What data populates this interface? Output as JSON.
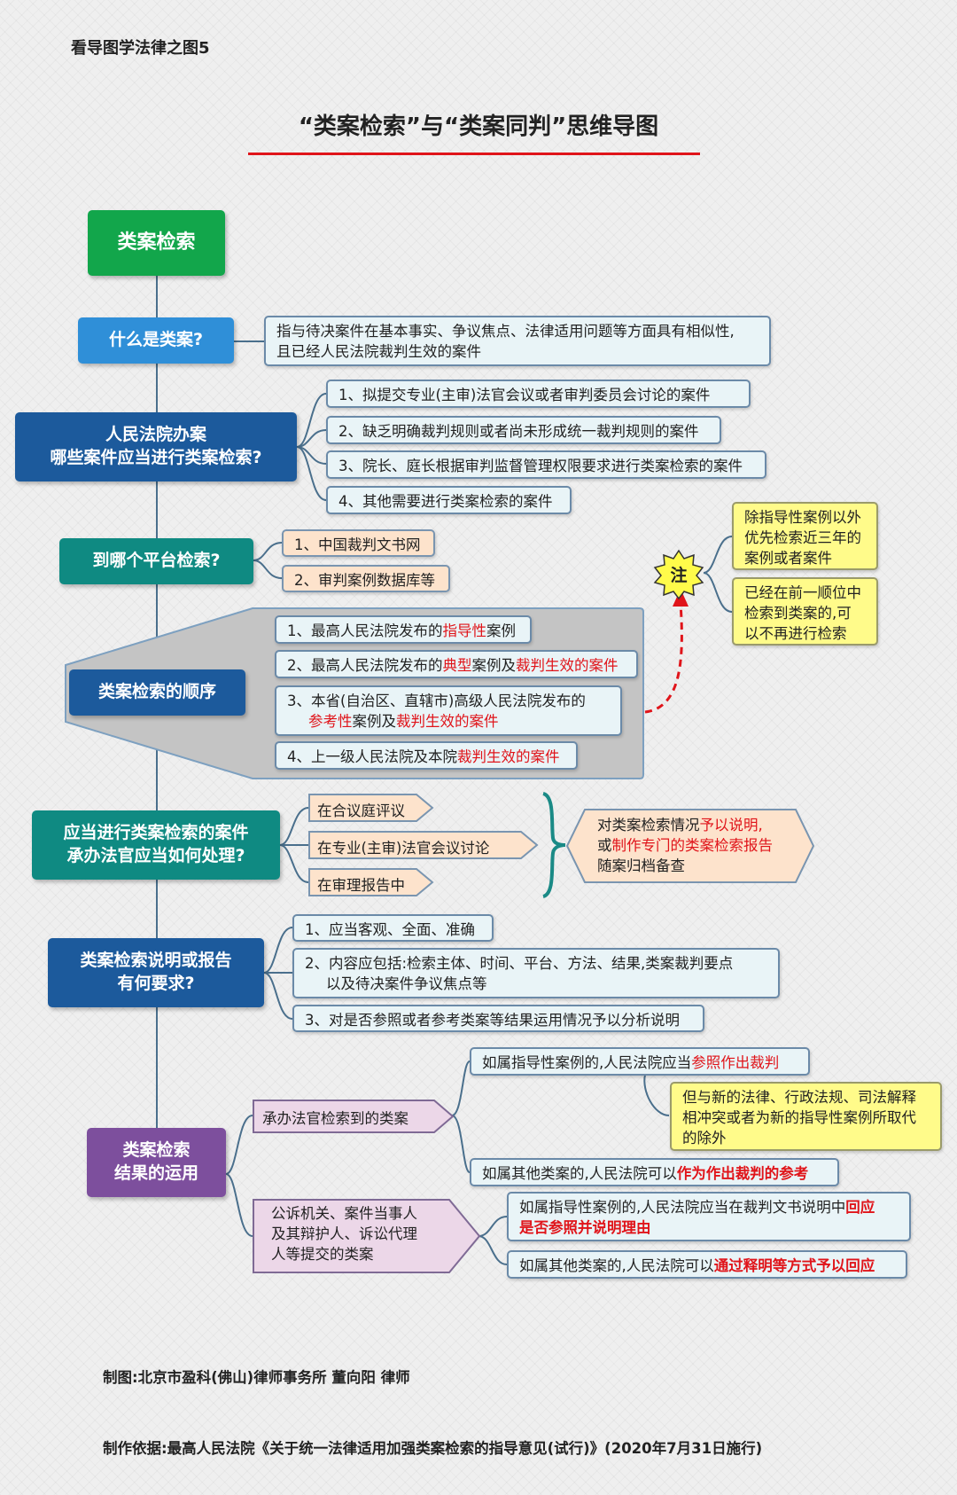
{
  "series_title": "看导图学法律之图5",
  "title": "“类案检索”与“类案同判”思维导图",
  "root": "类案检索",
  "s1": {
    "label": "什么是类案?",
    "desc1": "指与待决案件在基本事实、争议焦点、法律适用问题等方面具有相似性,",
    "desc2": "且已经人民法院裁判生效的案件"
  },
  "s2": {
    "label1": "人民法院办案",
    "label2": "哪些案件应当进行类案检索?",
    "items": [
      "1、拟提交专业(主审)法官会议或者审判委员会讨论的案件",
      "2、缺乏明确裁判规则或者尚未形成统一裁判规则的案件",
      "3、院长、庭长根据审判监督管理权限要求进行类案检索的案件",
      "4、其他需要进行类案检索的案件"
    ]
  },
  "s3": {
    "label": "到哪个平台检索?",
    "items": [
      "1、中国裁判文书网",
      "2、审判案例数据库等"
    ]
  },
  "s4": {
    "label": "类案检索的顺序",
    "i1_a": "1、最高人民法院发布的",
    "i1_b": "指导性",
    "i1_c": "案例",
    "i2_a": "2、最高人民法院发布的",
    "i2_b": "典型",
    "i2_c": "案例及",
    "i2_d": "裁判生效的案件",
    "i3_a": "3、本省(自治区、直辖市)高级人民法院发布的",
    "i3_b": "参考性",
    "i3_c": "案例及",
    "i3_d": "裁判生效的案件",
    "i4_a": "4、上一级人民法院及本院",
    "i4_b": "裁判生效的案件",
    "note_label": "注",
    "note1": [
      "除指导性案例以外",
      "优先检索近三年的",
      "案例或者案件"
    ],
    "note2": [
      "已经在前一顺位中",
      "检索到类案的,可",
      "以不再进行检索"
    ]
  },
  "s5": {
    "label1": "应当进行类案检索的案件",
    "label2": "承办法官应当如何处理?",
    "items": [
      "在合议庭评议",
      "在专业(主审)法官会议讨论",
      "在审理报告中"
    ],
    "res_a": "对类案检索情况",
    "res_b": "予以说明,",
    "res_c": "或",
    "res_d": "制作专门的类案检索报告",
    "res_e": "随案归档备查"
  },
  "s6": {
    "label1": "类案检索说明或报告",
    "label2": "有何要求?",
    "i1": "1、应当客观、全面、准确",
    "i2a": "2、内容应包括:检索主体、时间、平台、方法、结果,类案裁判要点",
    "i2b": "以及待决案件争议焦点等",
    "i3": "3、对是否参照或者参考类案等结果运用情况予以分析说明"
  },
  "s7": {
    "label1": "类案检索",
    "label2": "结果的运用",
    "b1": "承办法官检索到的类案",
    "b1_r1a": "如属指导性案例的,人民法院应当",
    "b1_r1b": "参照作出裁判",
    "b1_r1_note": [
      "但与新的法律、行政法规、司法解释",
      "相冲突或者为新的指导性案例所取代",
      "的除外"
    ],
    "b1_r2a": "如属其他类案的,人民法院可以",
    "b1_r2b": "作为作出裁判的参考",
    "b2": [
      "公诉机关、案件当事人",
      "及其辩护人、诉讼代理",
      "人等提交的类案"
    ],
    "b2_r1a": "如属指导性案例的,人民法院应当在裁判文书说明中",
    "b2_r1b": "回应",
    "b2_r1c": "是否参照并说明理由",
    "b2_r2a": "如属其他类案的,人民法院可以",
    "b2_r2b": "通过释明等方式予以回应"
  },
  "footer": {
    "maker": "制图:北京市盈科(佛山)律师事务所  董向阳 律师",
    "basis": "制作依据:最高人民法院《关于统一法律适用加强类案检索的指导意见(试行)》(2020年7月31日施行)"
  },
  "colors": {
    "green": "#12a64b",
    "blue_light": "#2f8fd8",
    "navy": "#1c5a9c",
    "teal": "#0f8a82",
    "purple": "#7d4f9d",
    "red": "#e0141a"
  }
}
